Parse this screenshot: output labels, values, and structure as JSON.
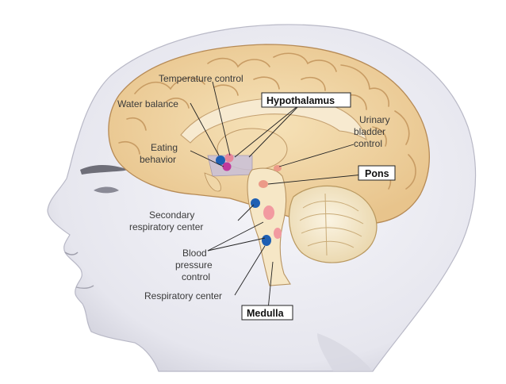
{
  "labels": {
    "temperature": "Temperature control",
    "water": "Water balance",
    "hypothalamus": "Hypothalamus",
    "urinary": [
      "Urinary",
      "bladder",
      "control"
    ],
    "eating": [
      "Eating",
      "behavior"
    ],
    "pons": "Pons",
    "secondary": [
      "Secondary",
      "respiratory center"
    ],
    "blood": [
      "Blood",
      "pressure",
      "control"
    ],
    "respiratory": "Respiratory center",
    "medulla": "Medulla"
  },
  "colors": {
    "skin": "#e9e9ef",
    "skin_shade": "#c9c9d3",
    "cortex": "#f2d9a8",
    "gyri_line": "#c9a06c",
    "brainstem": "#f4e3bf",
    "cerebellum": "#f7eed6",
    "blue_marker": "#1e5fb3",
    "pink_marker": "#e8869a",
    "magenta_marker": "#c0399c"
  }
}
